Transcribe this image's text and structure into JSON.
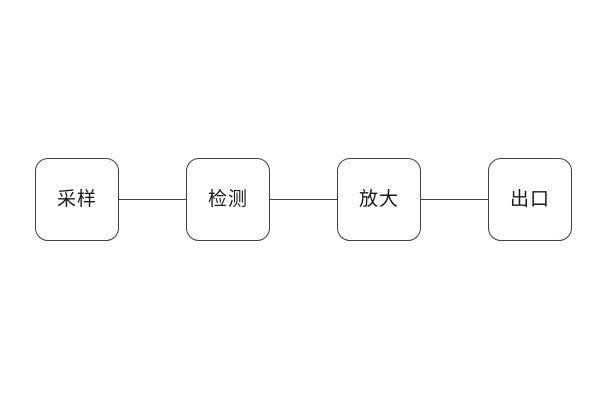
{
  "diagram": {
    "type": "flowchart",
    "direction": "horizontal",
    "nodes": [
      {
        "id": "n1",
        "label": "采样"
      },
      {
        "id": "n2",
        "label": "检测"
      },
      {
        "id": "n3",
        "label": "放大"
      },
      {
        "id": "n4",
        "label": "出口"
      }
    ],
    "edges": [
      {
        "from": "n1",
        "to": "n2",
        "style": "plain-line"
      },
      {
        "from": "n2",
        "to": "n3",
        "style": "plain-line"
      },
      {
        "from": "n3",
        "to": "n4",
        "style": "plain-line"
      }
    ],
    "colors": {
      "background": "#ffffff",
      "node_fill": "#ffffff",
      "node_border": "#404040",
      "connector": "#404040",
      "text": "#1a1a1a"
    }
  }
}
